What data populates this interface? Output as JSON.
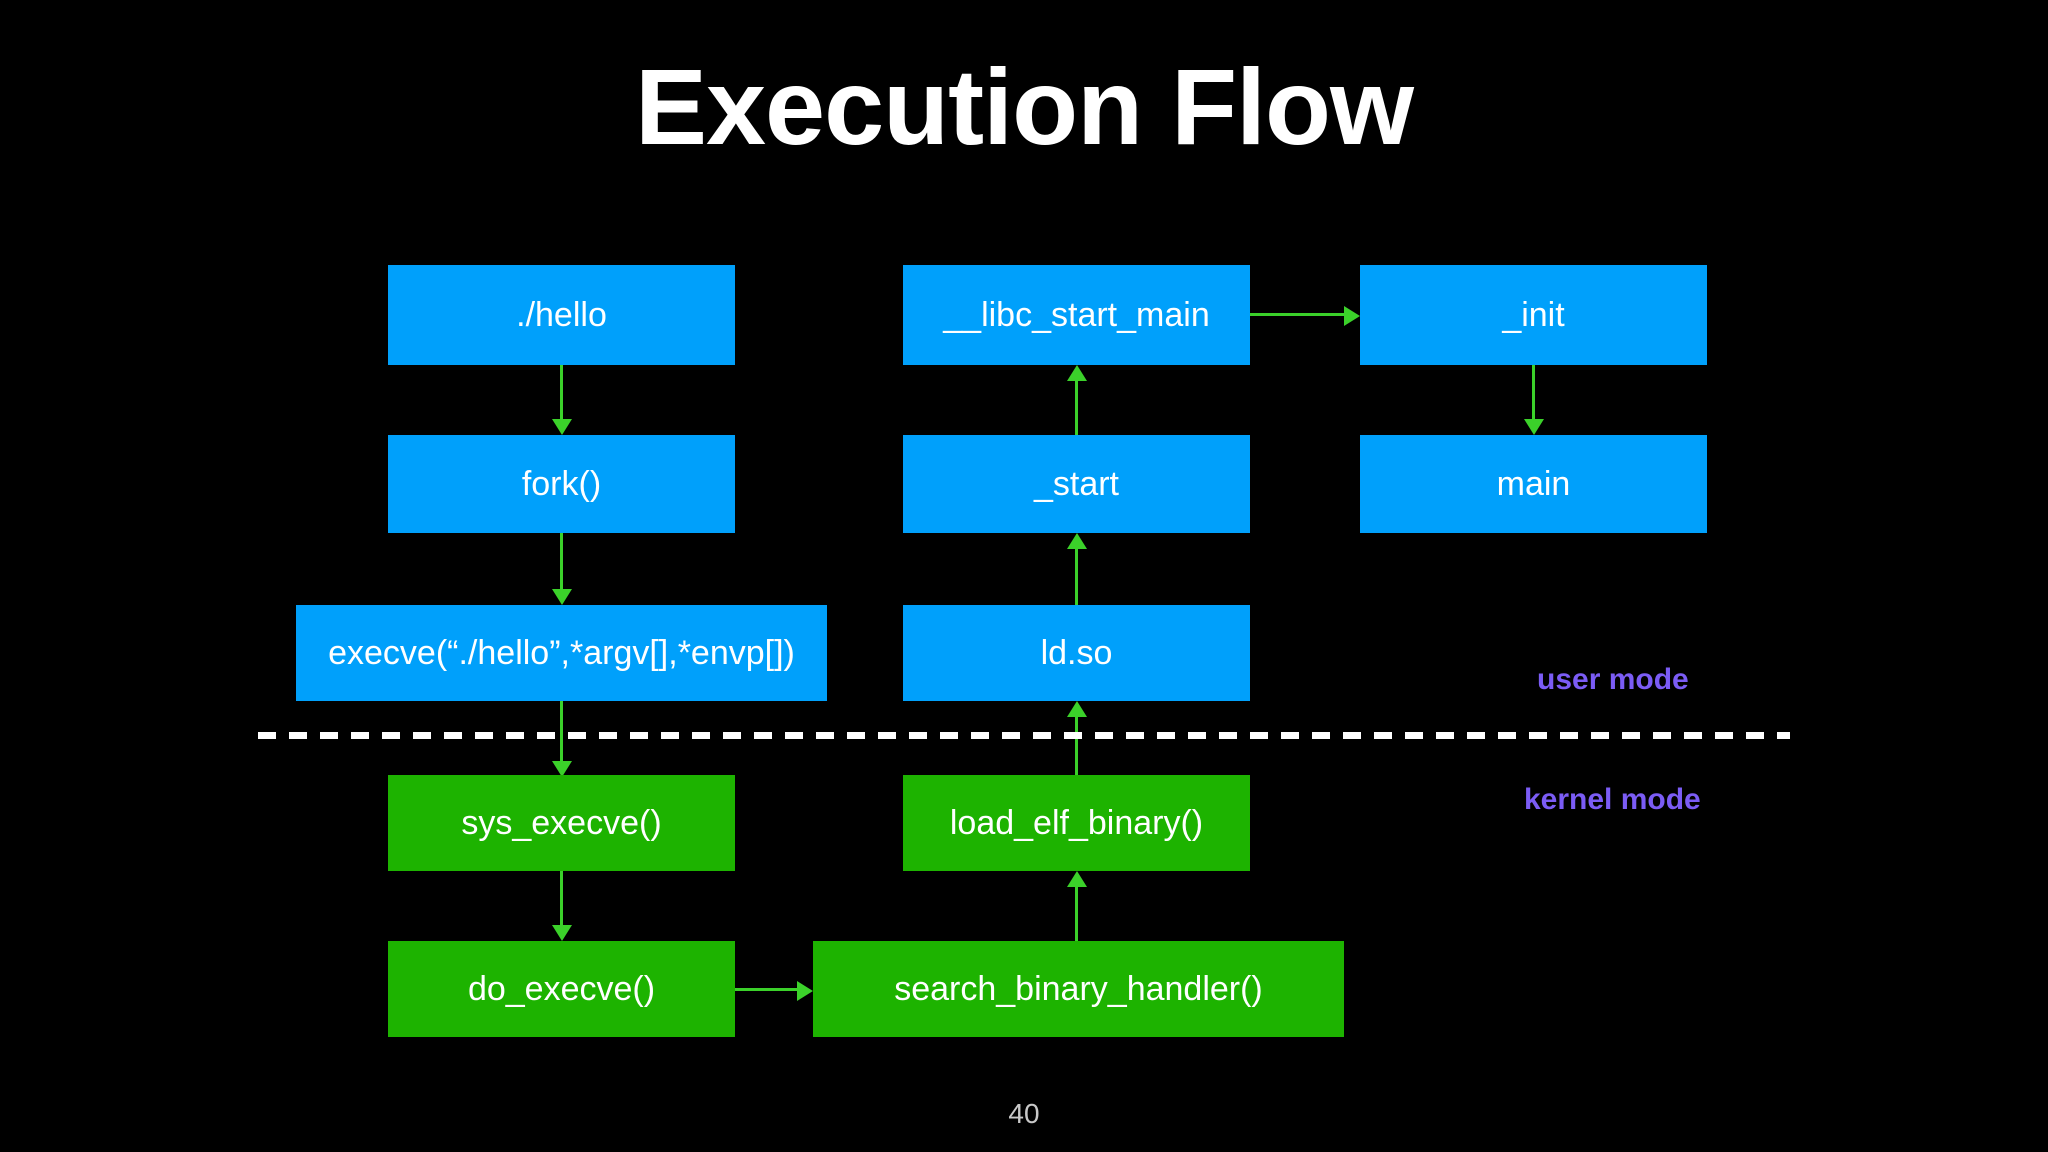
{
  "slide": {
    "title": "Execution Flow",
    "page_number": "40",
    "background_color": "#000000"
  },
  "colors": {
    "user_box": "#00a0fb",
    "kernel_box": "#1db300",
    "arrow": "#3bd12a",
    "mode_label": "#7b5cf5",
    "divider": "#ffffff",
    "title_text": "#ffffff",
    "page_number_text": "#c8c8c8"
  },
  "diagram": {
    "nodes": [
      {
        "id": "hello",
        "label": "./hello",
        "zone": "user"
      },
      {
        "id": "fork",
        "label": "fork()",
        "zone": "user"
      },
      {
        "id": "execve",
        "label": "execve(“./hello”,*argv[],*envp[])",
        "zone": "user"
      },
      {
        "id": "sys_execve",
        "label": "sys_execve()",
        "zone": "kernel"
      },
      {
        "id": "do_execve",
        "label": "do_execve()",
        "zone": "kernel"
      },
      {
        "id": "search_binary_handler",
        "label": "search_binary_handler()",
        "zone": "kernel"
      },
      {
        "id": "load_elf_binary",
        "label": "load_elf_binary()",
        "zone": "kernel"
      },
      {
        "id": "ld_so",
        "label": "ld.so",
        "zone": "user"
      },
      {
        "id": "start",
        "label": "_start",
        "zone": "user"
      },
      {
        "id": "libc_start_main",
        "label": "__libc_start_main",
        "zone": "user"
      },
      {
        "id": "init",
        "label": "_init",
        "zone": "user"
      },
      {
        "id": "main",
        "label": "main",
        "zone": "user"
      }
    ],
    "edges": [
      {
        "from": "hello",
        "to": "fork",
        "direction": "down"
      },
      {
        "from": "fork",
        "to": "execve",
        "direction": "down"
      },
      {
        "from": "execve",
        "to": "sys_execve",
        "direction": "down"
      },
      {
        "from": "sys_execve",
        "to": "do_execve",
        "direction": "down"
      },
      {
        "from": "do_execve",
        "to": "search_binary_handler",
        "direction": "right"
      },
      {
        "from": "search_binary_handler",
        "to": "load_elf_binary",
        "direction": "up"
      },
      {
        "from": "load_elf_binary",
        "to": "ld_so",
        "direction": "up"
      },
      {
        "from": "ld_so",
        "to": "start",
        "direction": "up"
      },
      {
        "from": "start",
        "to": "libc_start_main",
        "direction": "up"
      },
      {
        "from": "libc_start_main",
        "to": "init",
        "direction": "right"
      },
      {
        "from": "init",
        "to": "main",
        "direction": "down"
      }
    ],
    "mode_labels": {
      "user": "user mode",
      "kernel": "kernel mode"
    }
  }
}
